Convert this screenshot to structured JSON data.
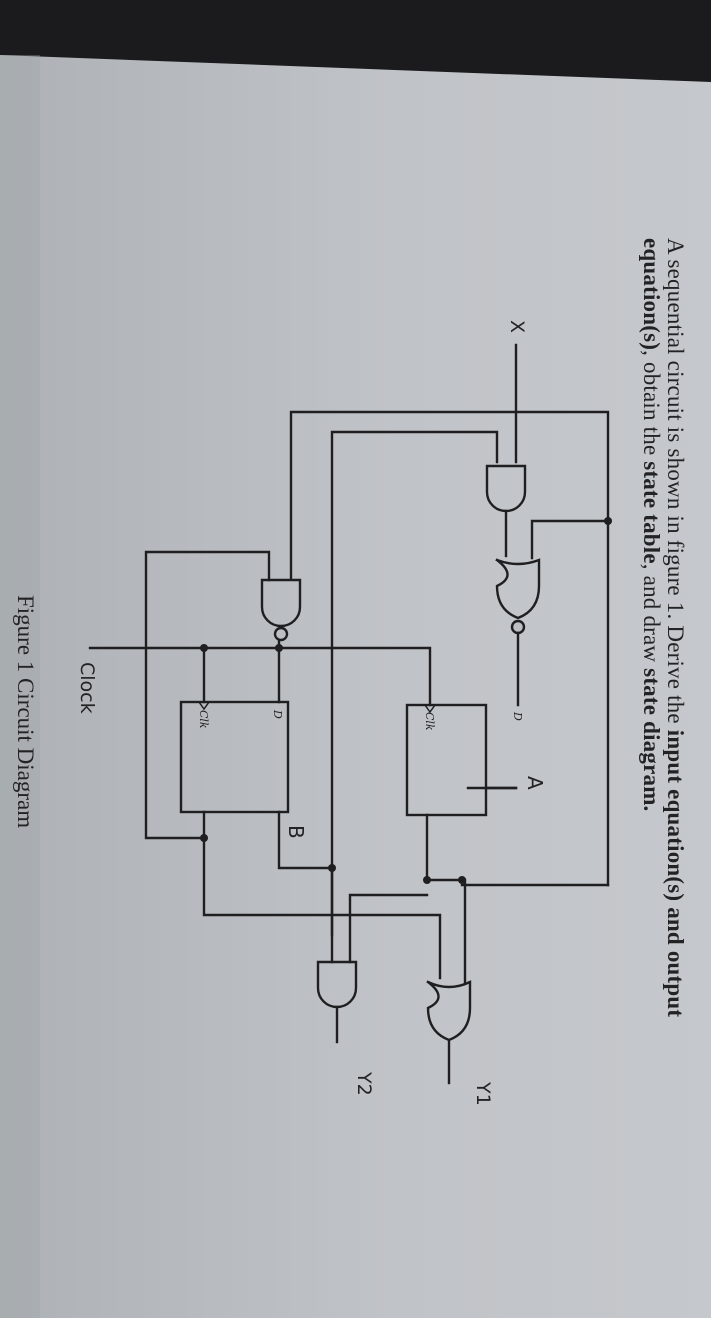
{
  "problem": {
    "line1_a": "A sequential circuit is shown in figure 1. Derive the ",
    "line1_b": "input equation(s) and output",
    "line2_a": "equation(s)",
    "line2_b": ", obtain the ",
    "line2_c": "state table",
    "line2_d": ", and draw ",
    "line2_e": "state diagram."
  },
  "caption": "Figure 1 Circuit Diagram",
  "signals": {
    "input_x": "X",
    "clock": "Clock",
    "out_a": "A",
    "out_b": "B",
    "y1": "Y1",
    "y2": "Y2"
  },
  "flipflops": {
    "d_label": "D",
    "clk_label": "Clk"
  },
  "colors": {
    "paper": "#bcc0c4",
    "ink": "#1f1f21",
    "background": "#1b1b1d"
  }
}
